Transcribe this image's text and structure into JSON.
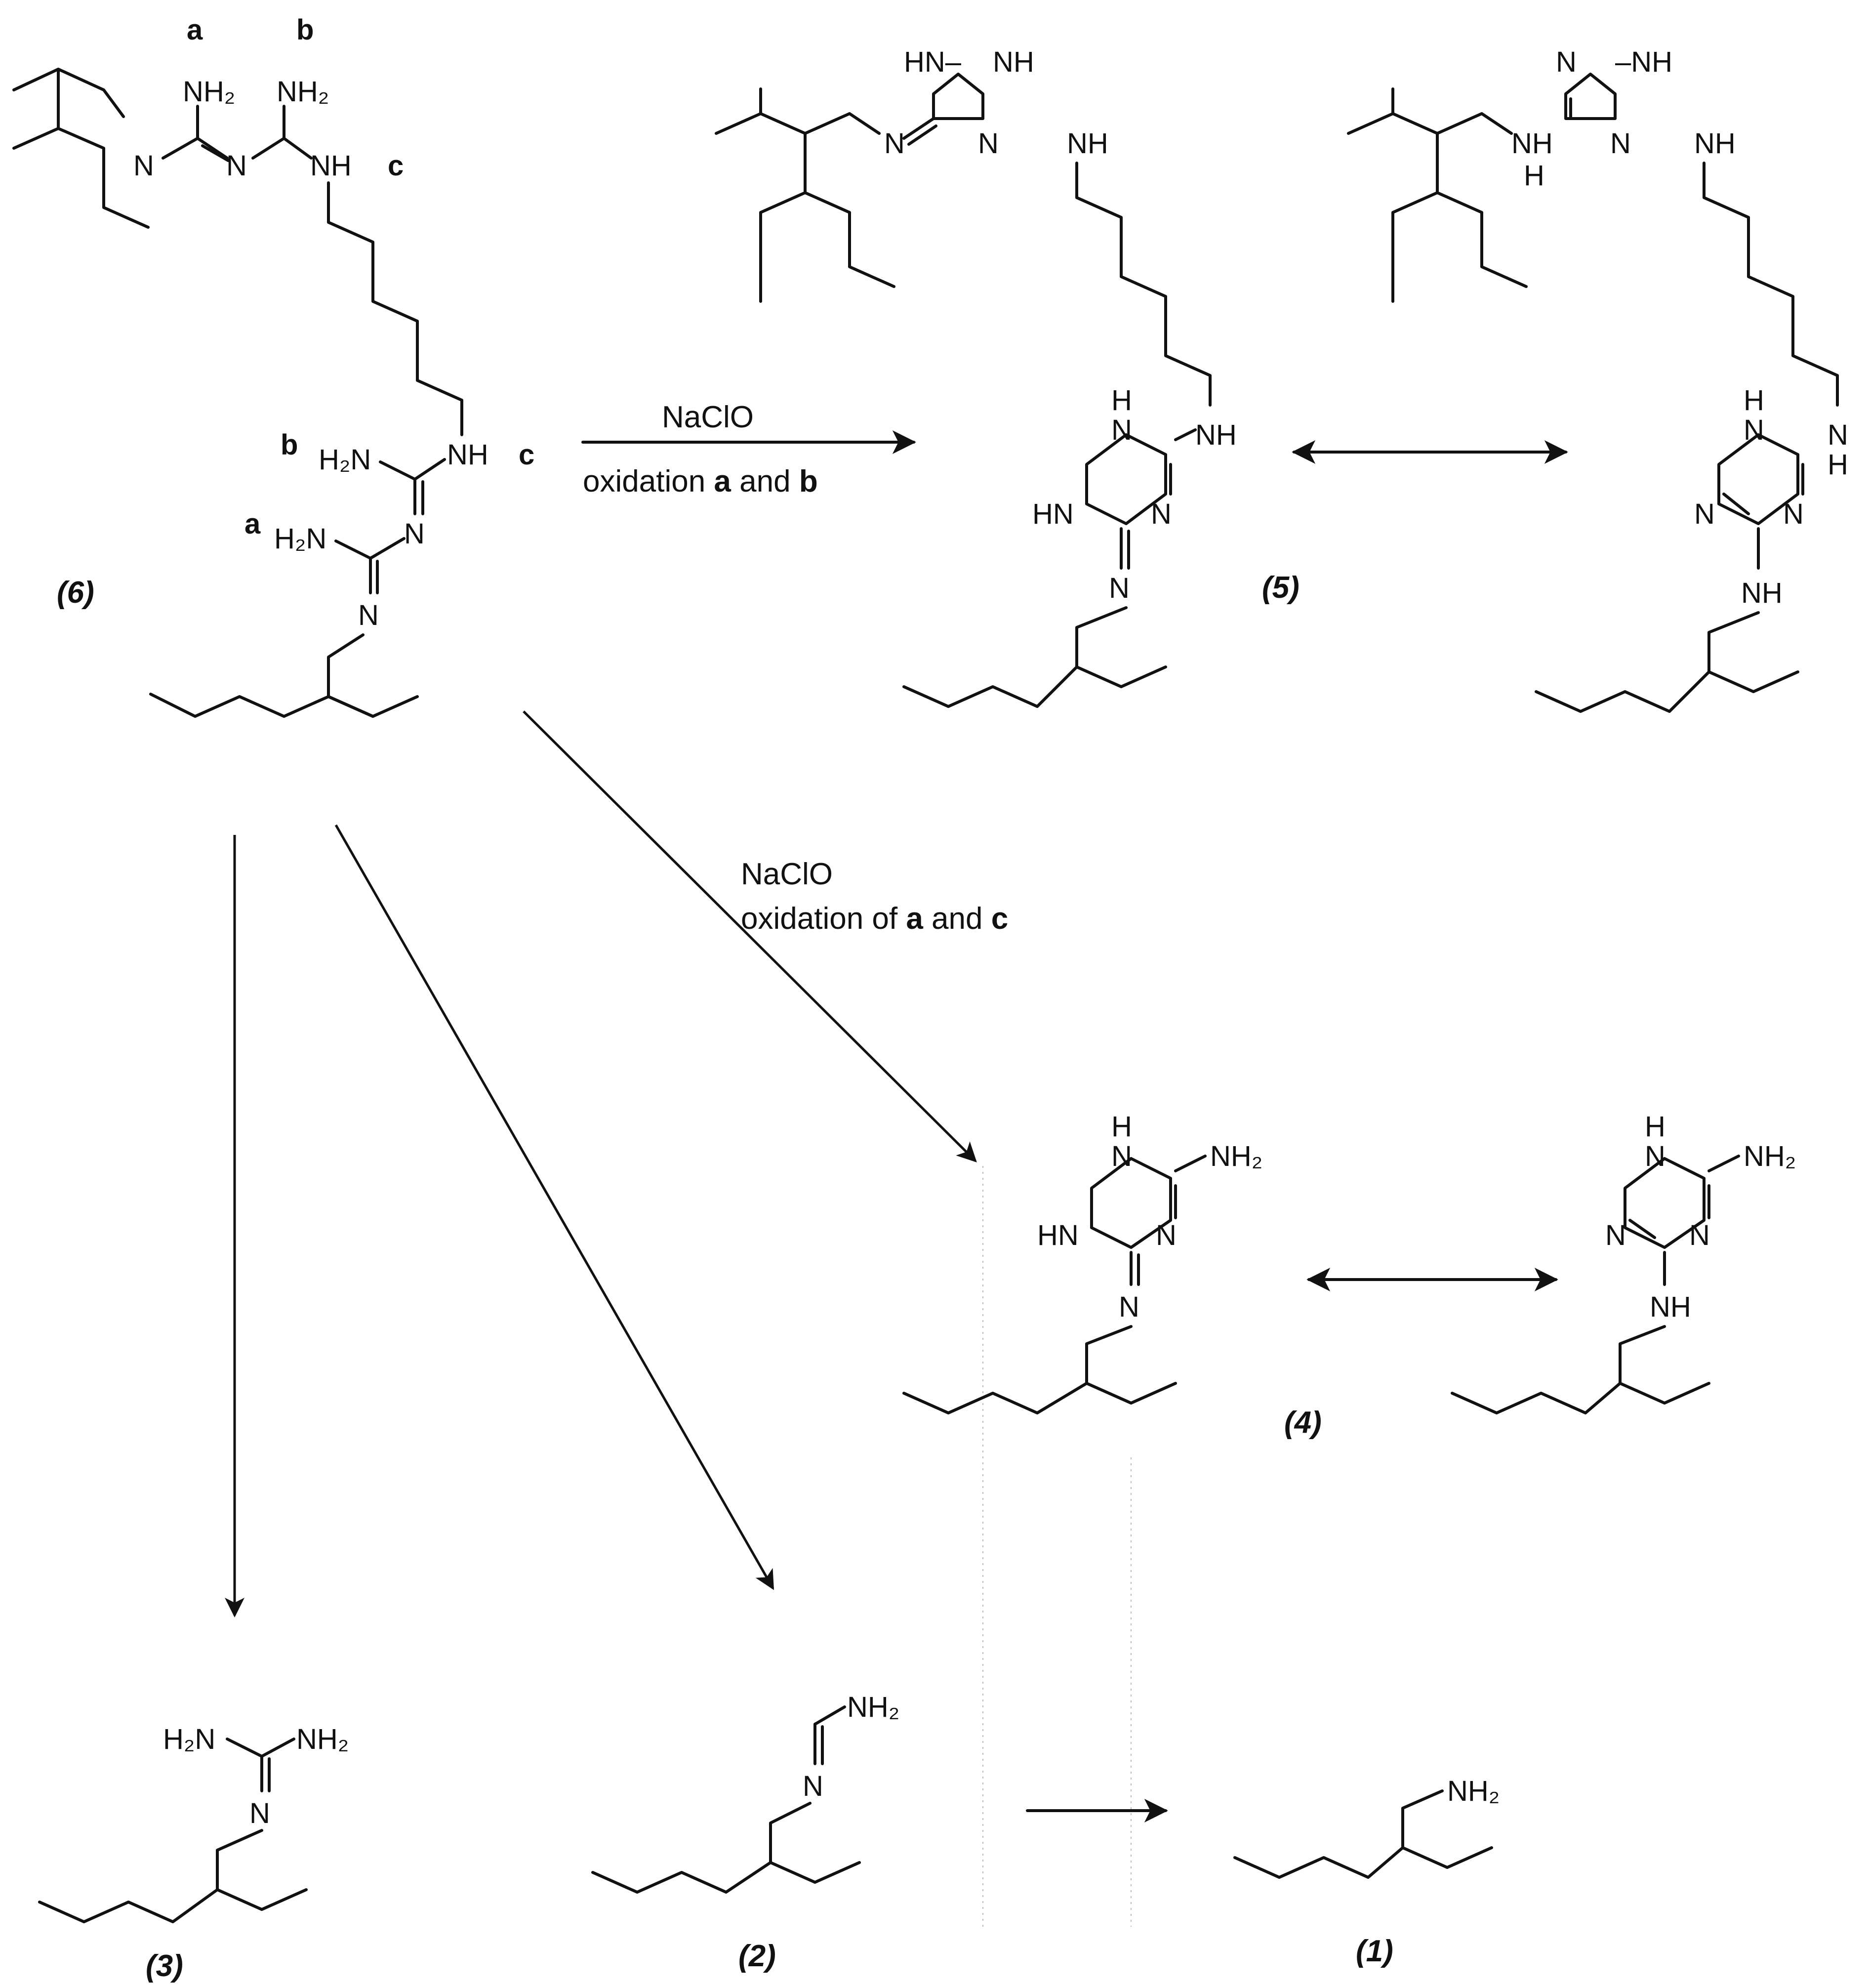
{
  "atoms": {
    "h2n": "H₂N",
    "nh2": "NH₂",
    "nh": "NH",
    "hn": "HN",
    "n": "N",
    "h": "H",
    "hn_dash": "HN–",
    "dash_nh": "–NH"
  },
  "sites": {
    "a": "a",
    "b": "b",
    "c": "c"
  },
  "compounds": {
    "c1": "(1)",
    "c2": "(2)",
    "c3": "(3)",
    "c4": "(4)",
    "c5": "(5)",
    "c6": "(6)"
  },
  "conditions": {
    "ab": {
      "reagent": "NaClO",
      "prefix": "oxidation ",
      "site1": "a",
      "join": " and ",
      "site2": "b"
    },
    "ac": {
      "reagent": "NaClO",
      "prefix": "oxidation of ",
      "site1": "a",
      "join": " and ",
      "site2": "c"
    }
  }
}
